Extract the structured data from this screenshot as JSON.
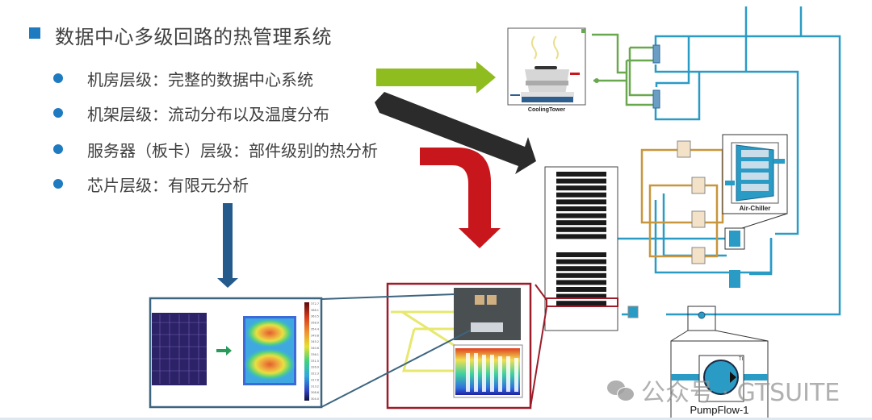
{
  "slide": {
    "title": "数据中心多级回路的热管理系统",
    "bullets": [
      {
        "label": "机房层级：完整的数据中心系统"
      },
      {
        "label": "机架层级：流动分布以及温度分布"
      },
      {
        "label": "服务器（板卡）层级：部件级别的热分析"
      },
      {
        "label": "芯片层级：有限元分析"
      }
    ]
  },
  "diagram": {
    "cooling_tower_label": "CoolingTower",
    "air_chiller_label": "Air-Chiller",
    "pump_label": "PumpFlow-1",
    "pump_tag": "TI",
    "colorbar_ticks": [
      "372.7",
      "368.1",
      "363.5",
      "358.9",
      "354.4",
      "349.8",
      "345.2",
      "340.6",
      "336.1",
      "331.5",
      "326.9",
      "322.3",
      "317.8",
      "313.2",
      "308.6",
      "304.0"
    ]
  },
  "colors": {
    "accent_blue": "#1e7bc0",
    "arrow_green": "#8fbc1f",
    "arrow_black": "#2b2b2b",
    "arrow_red": "#c8161d",
    "arrow_darkblue": "#255a8c",
    "pipe_blue": "#2a9bc4",
    "pipe_green": "#6aa84f",
    "pipe_orange": "#c8963c"
  },
  "watermark": {
    "text": "公众号 · GTSUITE"
  }
}
